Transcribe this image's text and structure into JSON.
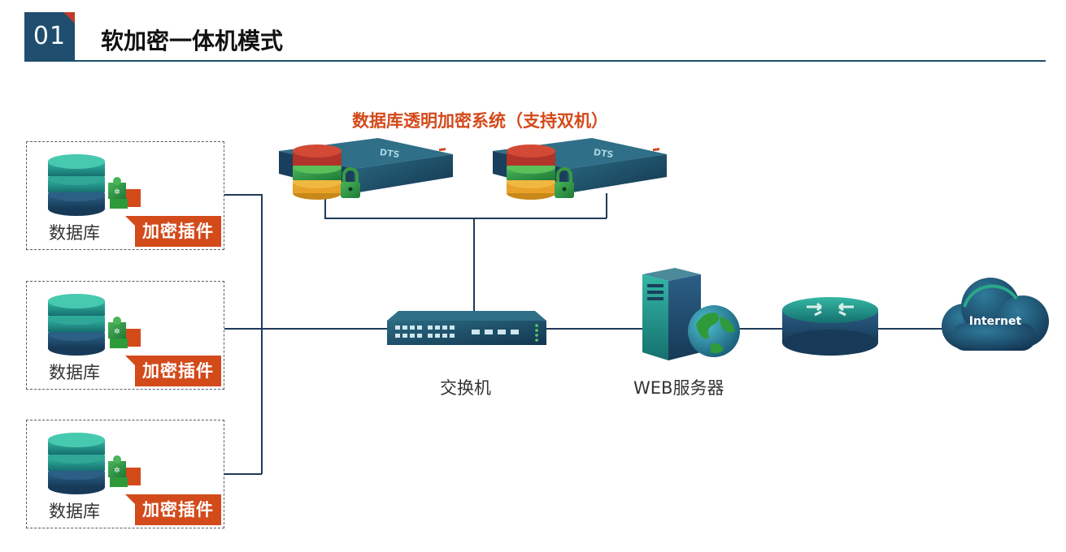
{
  "header": {
    "number": "01",
    "title": "软加密一体机模式"
  },
  "dts": {
    "title": "数据库透明加密系统（支持双机）",
    "device_text": "DTS"
  },
  "databases": [
    {
      "label": "数据库",
      "plugin": "加密插件"
    },
    {
      "label": "数据库",
      "plugin": "加密插件"
    },
    {
      "label": "数据库",
      "plugin": "加密插件"
    }
  ],
  "switch": {
    "label": "交换机"
  },
  "web_server": {
    "label": "WEB服务器"
  },
  "cloud": {
    "label": "Internet"
  },
  "icons": [
    "database-icon",
    "puzzle-icon",
    "dts-appliance-icon",
    "lock-icon",
    "switch-icon",
    "server-icon",
    "globe-icon",
    "router-icon",
    "cloud-icon"
  ],
  "colors": {
    "navy": "#1f4e6e",
    "accent_red": "#d34a1b",
    "line": "#1f3b57",
    "db_teal": "#1a8f8a",
    "green": "#2e9a3a"
  }
}
